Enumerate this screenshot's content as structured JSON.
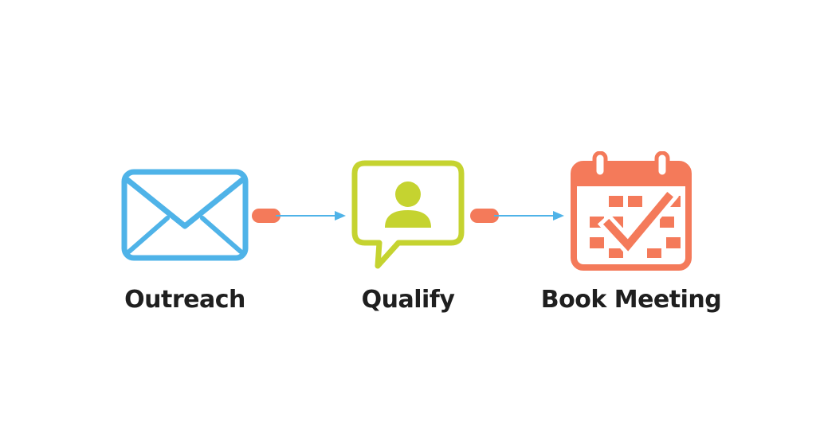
{
  "steps": [
    {
      "label": "Outreach",
      "icon": "envelope-icon",
      "color": "#4fb3e8"
    },
    {
      "label": "Qualify",
      "icon": "person-chat-icon",
      "color": "#c5d330"
    },
    {
      "label": "Book Meeting",
      "icon": "calendar-check-icon",
      "color": "#f47a5a"
    }
  ],
  "connector": {
    "pill_color": "#f47a5a",
    "arrow_color": "#4fb3e8"
  },
  "text_color": "#1f1f1f",
  "background": "#ffffff"
}
